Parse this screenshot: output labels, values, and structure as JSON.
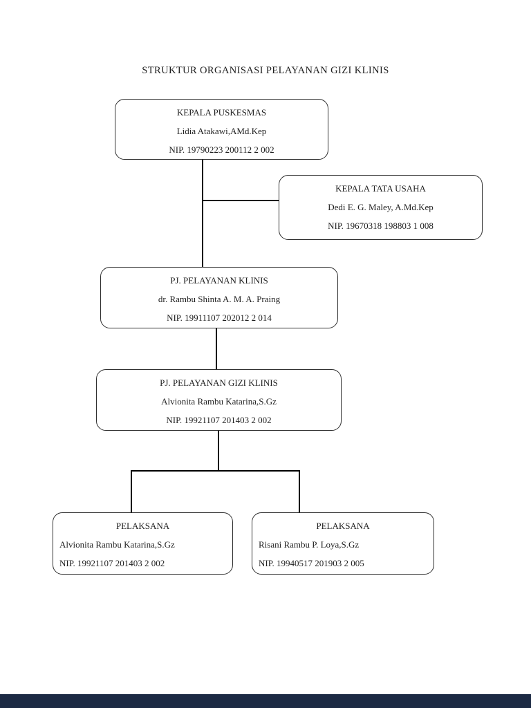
{
  "document": {
    "title": "STRUKTUR ORGANISASI PELAYANAN GIZI KLINIS"
  },
  "org_chart": {
    "nodes": [
      {
        "role": "KEPALA PUSKESMAS",
        "person": "Lidia Atakawi,AMd.Kep",
        "nip": "NIP. 19790223 200112 2 002"
      },
      {
        "role": "KEPALA TATA USAHA",
        "person": "Dedi E. G. Maley, A.Md.Kep",
        "nip": "NIP. 19670318 198803 1 008"
      },
      {
        "role": "PJ. PELAYANAN KLINIS",
        "person": "dr. Rambu Shinta A. M. A. Praing",
        "nip": "NIP. 19911107 202012 2 014"
      },
      {
        "role": "PJ. PELAYANAN GIZI KLINIS",
        "person": "Alvionita Rambu Katarina,S.Gz",
        "nip": "NIP. 19921107 201403 2 002"
      },
      {
        "role": "PELAKSANA",
        "person": "Alvionita Rambu Katarina,S.Gz",
        "nip": "NIP. 19921107 201403 2 002"
      },
      {
        "role": "PELAKSANA",
        "person": "Risani Rambu P. Loya,S.Gz",
        "nip": "NIP. 19940517 201903 2 005"
      }
    ],
    "edges": [
      {
        "from": "KEPALA PUSKESMAS",
        "to": "KEPALA TATA USAHA"
      },
      {
        "from": "KEPALA PUSKESMAS",
        "to": "PJ. PELAYANAN KLINIS"
      },
      {
        "from": "PJ. PELAYANAN KLINIS",
        "to": "PJ. PELAYANAN GIZI KLINIS"
      },
      {
        "from": "PJ. PELAYANAN GIZI KLINIS",
        "to": "PELAKSANA (Alvionita Rambu Katarina,S.Gz)"
      },
      {
        "from": "PJ. PELAYANAN GIZI KLINIS",
        "to": "PELAKSANA (Risani Rambu P. Loya,S.Gz)"
      }
    ]
  },
  "colors": {
    "page_background": "#ffffff",
    "text": "#1f1f1f",
    "box_border": "#2e2e2e",
    "connector_line": "#000000",
    "footer_bar": "#1c2a44"
  }
}
